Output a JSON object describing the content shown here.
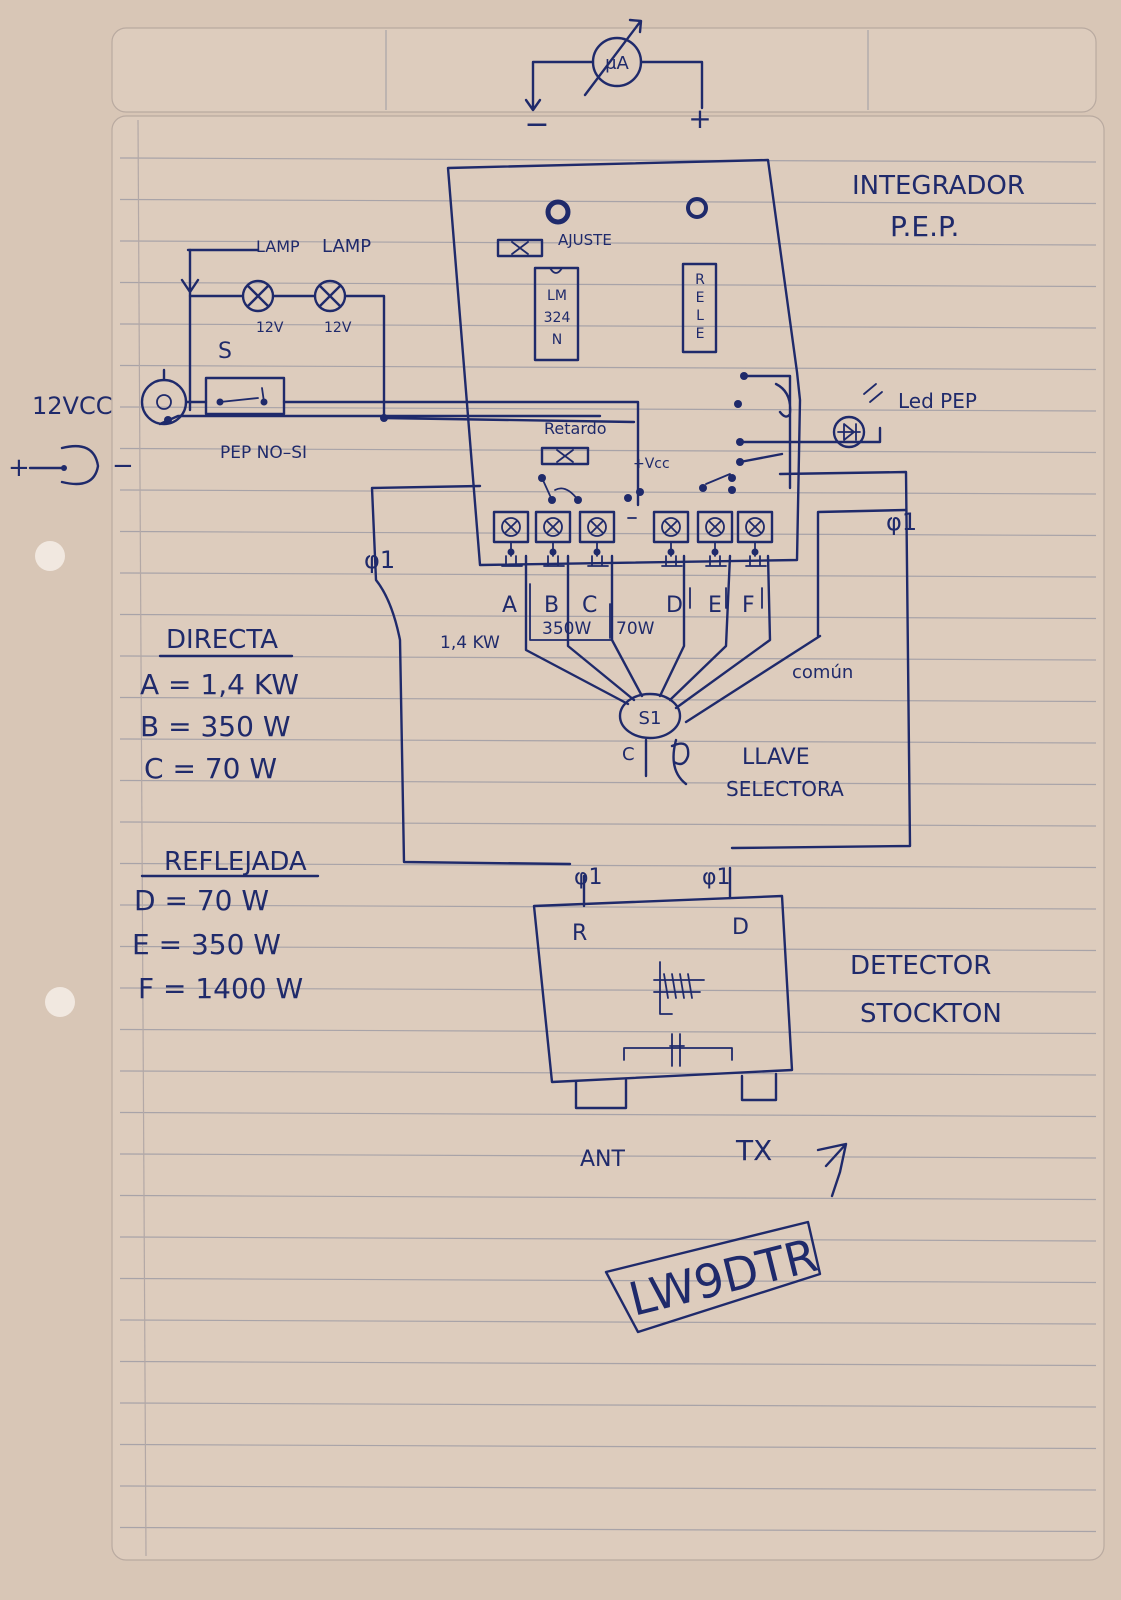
{
  "diagram": {
    "integrator": {
      "title_line1": "INTEGRADOR",
      "title_line2": "P.E.P."
    },
    "meter": {
      "label": "μA",
      "minus": "−",
      "plus": "+"
    },
    "integrator_parts": {
      "ajuste": "AJUSTE",
      "ic_lines": [
        "LM",
        "324",
        "N"
      ],
      "rele_letters": [
        "R",
        "E",
        "L",
        "E"
      ],
      "retardo": "Retardo",
      "vcc": "+Vcc"
    },
    "lamps": {
      "label1": "LAMP",
      "label2": "LAMP",
      "volt1": "12V",
      "volt2": "12V"
    },
    "switch_label": "S",
    "power": {
      "input_label": "12VCC",
      "plus": "+",
      "minus": "−",
      "pep_switch": "PEP NO–SI"
    },
    "led_label": "Led PEP",
    "phi": "φ1",
    "terminals": [
      "A",
      "B",
      "C",
      "D",
      "E",
      "F"
    ],
    "ranges": {
      "a": "1,4 KW",
      "b": "350W",
      "c": "70W"
    },
    "selector": {
      "name": "S1",
      "common": "común",
      "c_label": "C",
      "label_line1": "LLAVE",
      "label_line2": "SELECTORA"
    },
    "directa": {
      "title": "DIRECTA",
      "rows": [
        "A = 1,4 KW",
        "B = 350 W",
        "C = 70 W"
      ]
    },
    "reflejada": {
      "title": "REFLEJADA",
      "rows": [
        "D = 70 W",
        "E = 350 W",
        "F = 1400 W"
      ]
    },
    "detector": {
      "title_line1": "DETECTOR",
      "title_line2": "STOCKTON",
      "r": "R",
      "d": "D",
      "ant": "ANT",
      "tx": "TX"
    },
    "callsign": "LW9DTR"
  }
}
